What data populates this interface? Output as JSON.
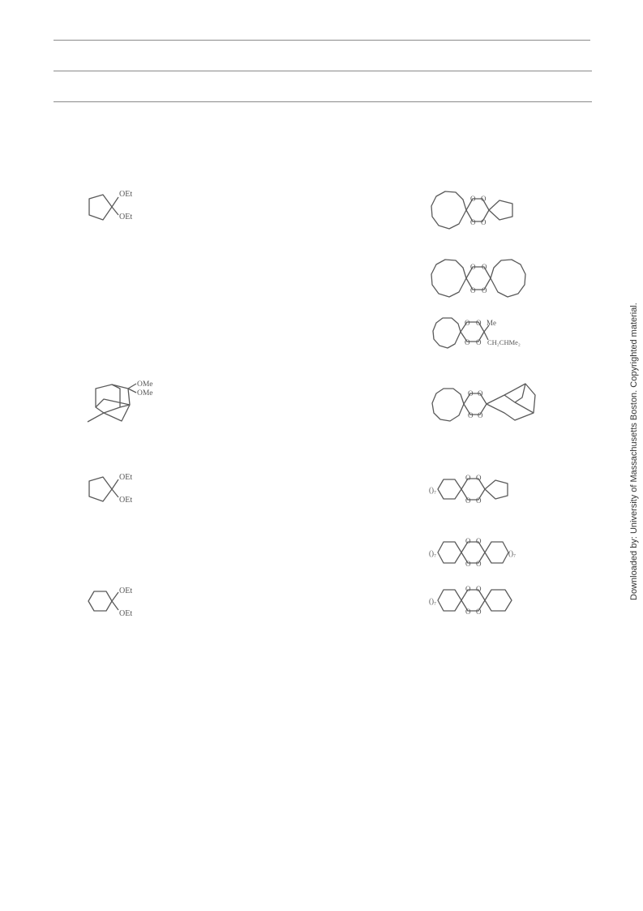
{
  "table": {
    "rows": [
      {
        "reactant": {
          "name": "cyclopentanone-diethyl-ketal",
          "labels": [
            "OEt",
            "OEt"
          ]
        },
        "product": {
          "name": "cyclooctane-cyclopentane-tetraoxane",
          "labels": [
            "O",
            "O",
            "O",
            "O"
          ]
        }
      },
      {
        "reactant": null,
        "product": {
          "name": "dicyclooctane-tetraoxane",
          "labels": [
            "O",
            "O",
            "O",
            "O"
          ]
        }
      },
      {
        "reactant": null,
        "product": {
          "name": "cyclooctane-isoamyl-methyl-tetraoxane",
          "labels": [
            "O",
            "O",
            "O",
            "O",
            "Me",
            "CH₂CHMe₂"
          ]
        }
      },
      {
        "reactant": {
          "name": "dimethoxyadamantane",
          "labels": [
            "OMe",
            "OMe"
          ]
        },
        "product": {
          "name": "cyclooctane-adamantane-tetraoxane",
          "labels": [
            "O",
            "O",
            "O",
            "O"
          ]
        }
      },
      {
        "reactant": {
          "name": "cyclopentanone-diethyl-ketal",
          "labels": [
            "OEt",
            "OEt"
          ]
        },
        "product": {
          "name": "macrocycle-cyclopentane-tetraoxane",
          "labels": [
            "O",
            "O",
            "O",
            "O",
            "()₇"
          ]
        }
      },
      {
        "reactant": null,
        "product": {
          "name": "dimacrocycle-tetraoxane",
          "labels": [
            "O",
            "O",
            "O",
            "O",
            "()₇",
            "()₇"
          ]
        }
      },
      {
        "reactant": {
          "name": "cyclohexanone-diethyl-ketal",
          "labels": [
            "OEt",
            "OEt"
          ]
        },
        "product": {
          "name": "macrocycle-cyclohexane-tetraoxane",
          "labels": [
            "O",
            "O",
            "O",
            "O",
            "()₇"
          ]
        }
      }
    ]
  },
  "sidebar_note": "Downloaded by: University of Massachusetts Boston. Copyrighted material."
}
